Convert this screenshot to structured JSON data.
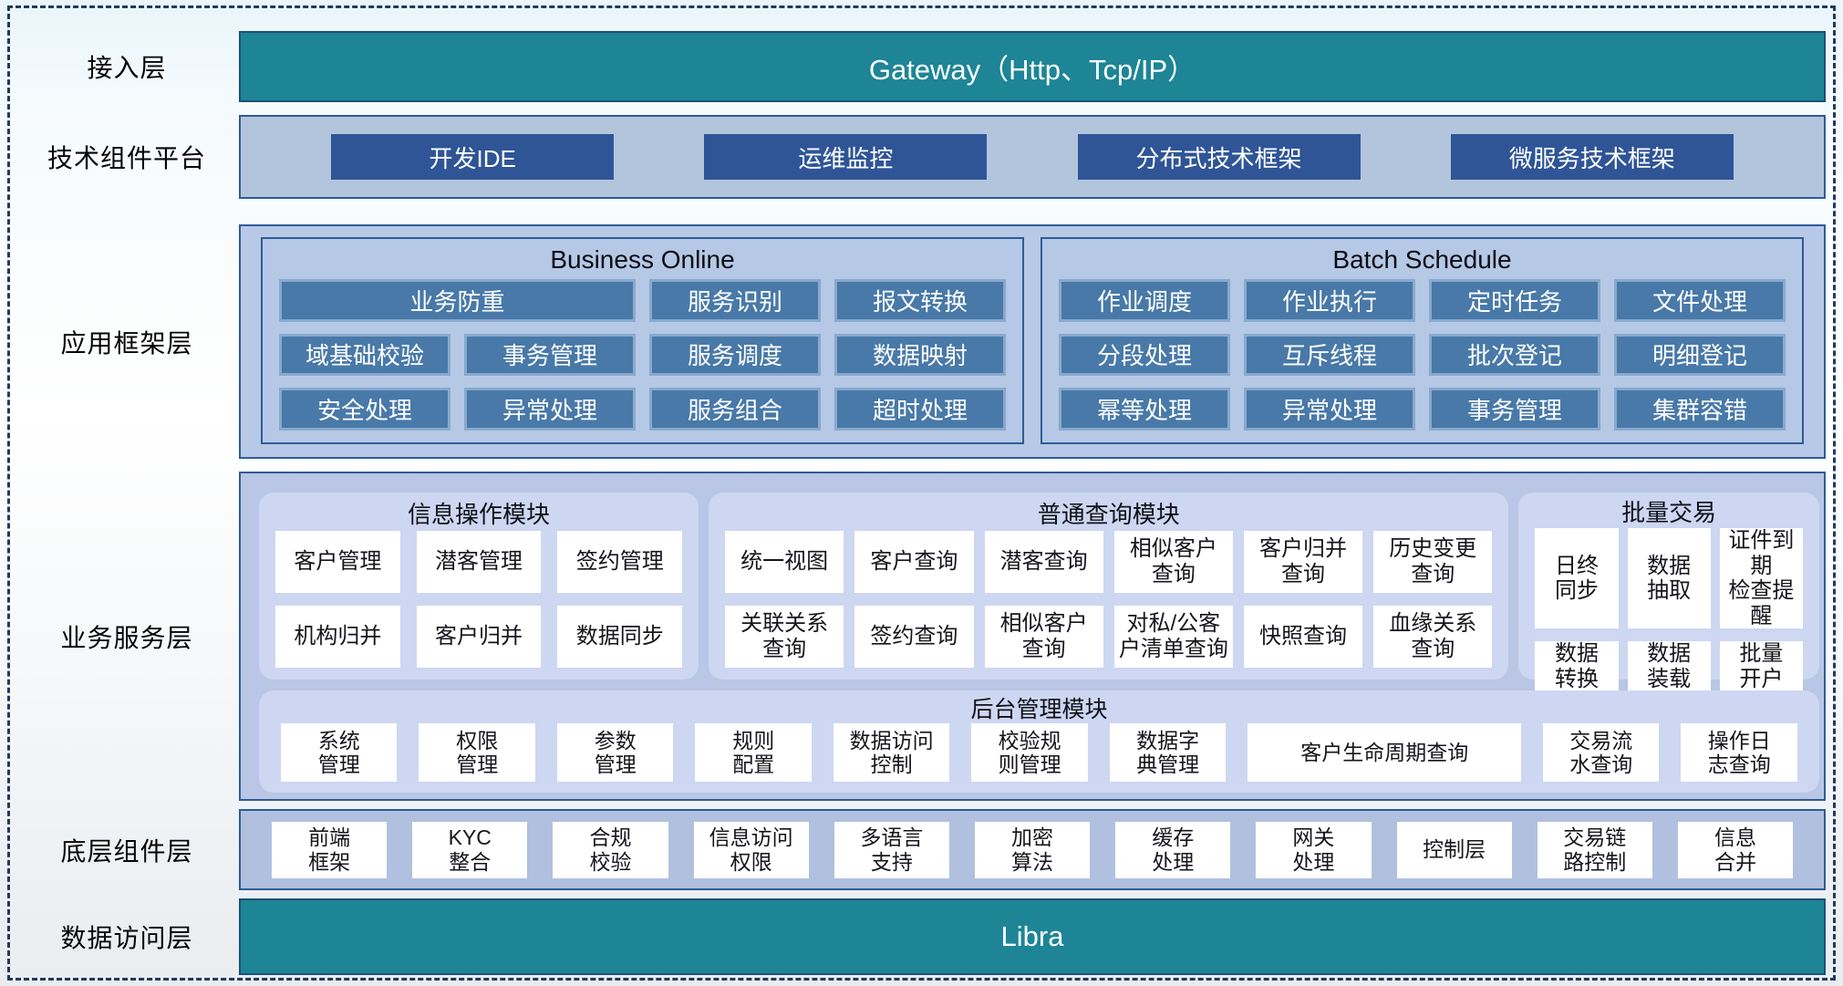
{
  "colors": {
    "teal_bar": "#1d8596",
    "band_fill": "#b2c5dc",
    "dark_blue_button": "#2f5597",
    "framework_fill": "#b7c9e6",
    "framework_item": "#4879a8",
    "box_border": "#2e5b97",
    "card_fill": "#cdd7f1",
    "white_box": "#ffffff"
  },
  "layers": {
    "access": {
      "label": "接入层"
    },
    "tech": {
      "label": "技术组件平台"
    },
    "app_framework": {
      "label": "应用框架层"
    },
    "business_service": {
      "label": "业务服务层"
    },
    "base_component": {
      "label": "底层组件层"
    },
    "data_access": {
      "label": "数据访问层"
    }
  },
  "gateway": {
    "title": "Gateway（Http、Tcp/IP）"
  },
  "tech_platform": {
    "items": [
      {
        "label": "开发IDE"
      },
      {
        "label": "运维监控"
      },
      {
        "label": "分布式技术框架"
      },
      {
        "label": "微服务技术框架"
      }
    ]
  },
  "business_online": {
    "title": "Business Online",
    "items": [
      {
        "label": "业务防重",
        "span": 2
      },
      {
        "label": "服务识别"
      },
      {
        "label": "报文转换"
      },
      {
        "label": "域基础校验"
      },
      {
        "label": "事务管理"
      },
      {
        "label": "服务调度"
      },
      {
        "label": "数据映射"
      },
      {
        "label": "安全处理"
      },
      {
        "label": "异常处理"
      },
      {
        "label": "服务组合"
      },
      {
        "label": "超时处理"
      }
    ]
  },
  "batch_schedule": {
    "title": "Batch Schedule",
    "items": [
      {
        "label": "作业调度"
      },
      {
        "label": "作业执行"
      },
      {
        "label": "定时任务"
      },
      {
        "label": "文件处理"
      },
      {
        "label": "分段处理"
      },
      {
        "label": "互斥线程"
      },
      {
        "label": "批次登记"
      },
      {
        "label": "明细登记"
      },
      {
        "label": "幂等处理"
      },
      {
        "label": "异常处理"
      },
      {
        "label": "事务管理"
      },
      {
        "label": "集群容错"
      }
    ]
  },
  "info_module": {
    "title": "信息操作模块",
    "items": [
      {
        "label": "客户管理"
      },
      {
        "label": "潜客管理"
      },
      {
        "label": "签约管理"
      },
      {
        "label": "机构归并"
      },
      {
        "label": "客户归并"
      },
      {
        "label": "数据同步"
      }
    ]
  },
  "query_module": {
    "title": "普通查询模块",
    "items": [
      {
        "label": "统一视图"
      },
      {
        "label": "客户查询"
      },
      {
        "label": "潜客查询"
      },
      {
        "label": "相似客户\n查询"
      },
      {
        "label": "客户归并\n查询"
      },
      {
        "label": "历史变更\n查询"
      },
      {
        "label": "关联关系\n查询"
      },
      {
        "label": "签约查询"
      },
      {
        "label": "相似客户\n查询"
      },
      {
        "label": "对私/公客\n户清单查询"
      },
      {
        "label": "快照查询"
      },
      {
        "label": "血缘关系\n查询"
      }
    ]
  },
  "batch_trade": {
    "title": "批量交易",
    "items": [
      {
        "label": "日终\n同步"
      },
      {
        "label": "数据\n抽取"
      },
      {
        "label": "证件到期\n检查提醒"
      },
      {
        "label": "数据\n转换"
      },
      {
        "label": "数据\n装载"
      },
      {
        "label": "批量\n开户"
      }
    ]
  },
  "admin_module": {
    "title": "后台管理模块",
    "items": [
      {
        "label": "系统\n管理"
      },
      {
        "label": "权限\n管理"
      },
      {
        "label": "参数\n管理"
      },
      {
        "label": "规则\n配置"
      },
      {
        "label": "数据访问\n控制"
      },
      {
        "label": "校验规\n则管理"
      },
      {
        "label": "数据字\n典管理"
      },
      {
        "label": "客户生命周期查询",
        "wide": true
      },
      {
        "label": "交易流\n水查询"
      },
      {
        "label": "操作日\n志查询"
      }
    ]
  },
  "base_components": {
    "items": [
      {
        "label": "前端\n框架"
      },
      {
        "label": "KYC\n整合"
      },
      {
        "label": "合规\n校验"
      },
      {
        "label": "信息访问\n权限"
      },
      {
        "label": "多语言\n支持"
      },
      {
        "label": "加密\n算法"
      },
      {
        "label": "缓存\n处理"
      },
      {
        "label": "网关\n处理"
      },
      {
        "label": "控制层"
      },
      {
        "label": "交易链\n路控制"
      },
      {
        "label": "信息\n合并"
      }
    ]
  },
  "libra": {
    "title": "Libra"
  }
}
